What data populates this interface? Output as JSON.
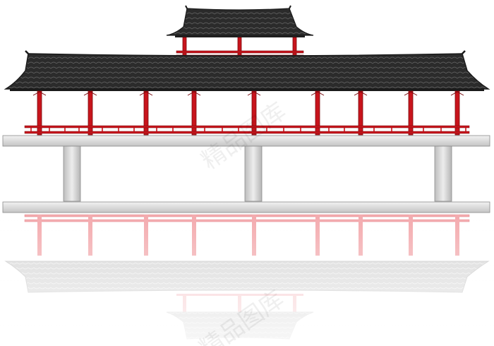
{
  "illustration": {
    "subject": "covered-bridge-pavilion",
    "colors": {
      "roof_tile": "#2b2b2b",
      "roof_tile_light": "#5a5a5a",
      "pillar_red": "#c8141c",
      "pillar_dark": "#7a0a0e",
      "deck_gray": "#d9d9d9",
      "pier_gray": "#cfcfcf",
      "background": "#ffffff"
    },
    "watermark": {
      "text_upper": "精品图库",
      "text_lower": "精品图库"
    }
  }
}
